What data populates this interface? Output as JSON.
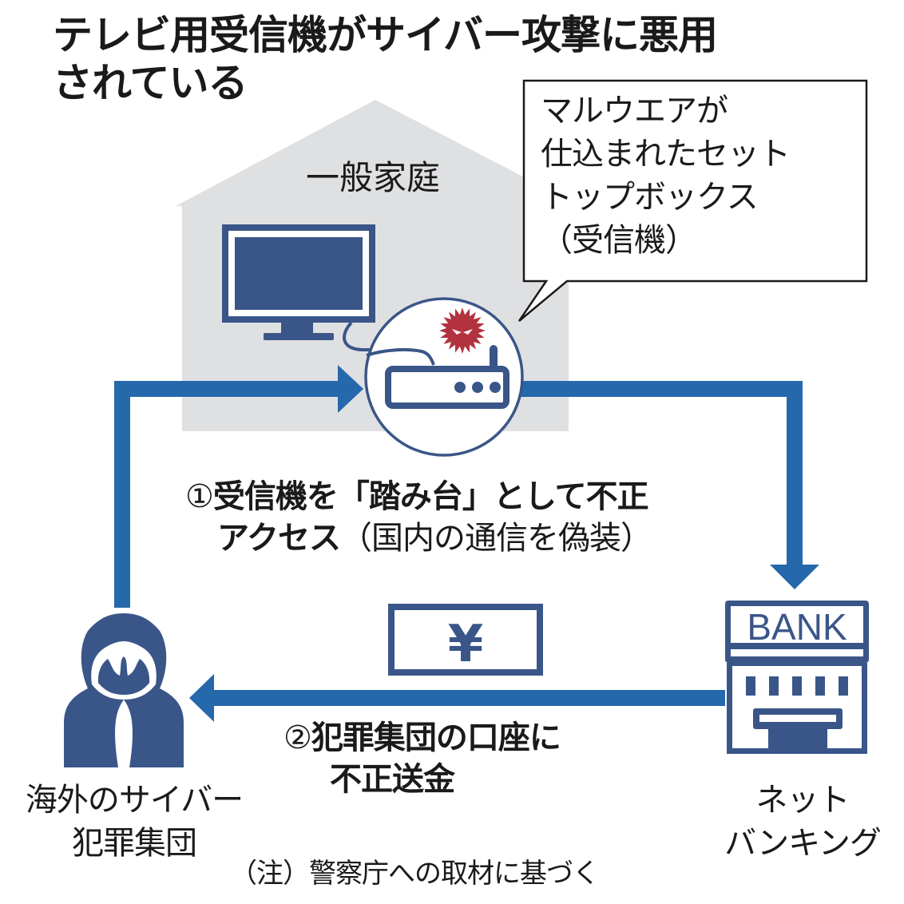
{
  "title": {
    "line1": "テレビ用受信機がサイバー攻撃に悪用",
    "line2": "されている"
  },
  "house": {
    "label": "一般家庭",
    "icons": [
      "house-icon",
      "tv-monitor-icon",
      "set-top-box-icon",
      "malware-virus-icon"
    ]
  },
  "callout": {
    "lines": [
      "マルウエアが",
      "仕込まれたセット",
      "トップボックス",
      "（受信機）"
    ]
  },
  "step1": {
    "number": "①",
    "line1_bold": "受信機を「踏み台」として不正",
    "line2_bold": "アクセス",
    "line2_normal": "（国内の通信を偽装）"
  },
  "step2": {
    "number": "②",
    "line1": "犯罪集団の口座に",
    "line2": "不正送金"
  },
  "money": {
    "symbol": "¥"
  },
  "bank": {
    "sign": "BANK",
    "label_line1": "ネット",
    "label_line2": "バンキング"
  },
  "criminal": {
    "label_line1": "海外のサイバー",
    "label_line2": "犯罪集団"
  },
  "note": "（注）警察庁への取材に基づく",
  "colors": {
    "arrow_blue": "#2568ac",
    "icon_navy": "#3a5688",
    "house_gray": "#dfe0e2",
    "malware_red": "#b3323f",
    "text": "#1a1a1a"
  }
}
